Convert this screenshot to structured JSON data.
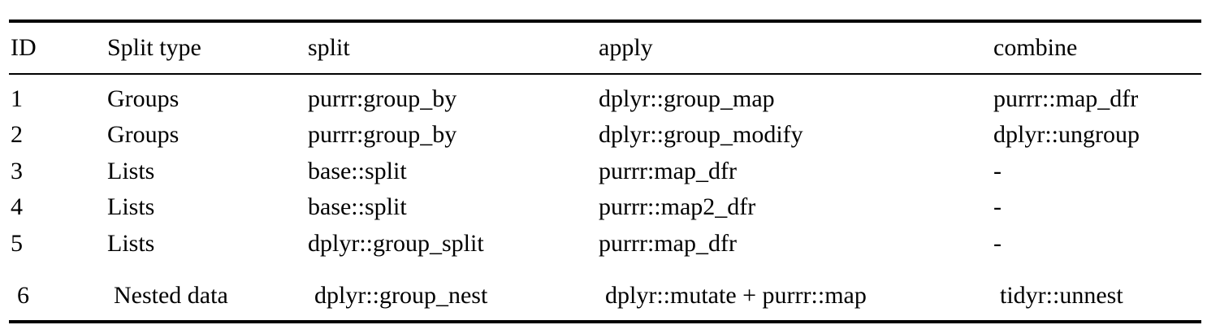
{
  "table": {
    "headers": [
      "ID",
      "Split type",
      "split",
      "apply",
      "combine"
    ],
    "rows": [
      [
        "1",
        "Groups",
        "purrr:group_by",
        "dplyr::group_map",
        "purrr::map_dfr"
      ],
      [
        "2",
        "Groups",
        "purrr:group_by",
        "dplyr::group_modify",
        "dplyr::ungroup"
      ],
      [
        "3",
        "Lists",
        "base::split",
        "purrr:map_dfr",
        "-"
      ],
      [
        "4",
        "Lists",
        "base::split",
        "purrr::map2_dfr",
        "-"
      ],
      [
        "5",
        "Lists",
        "dplyr::group_split",
        "purrr:map_dfr",
        "-"
      ],
      [
        "6",
        "Nested data",
        "dplyr::group_nest",
        "dplyr::mutate + purrr::map",
        "tidyr::unnest"
      ]
    ]
  }
}
